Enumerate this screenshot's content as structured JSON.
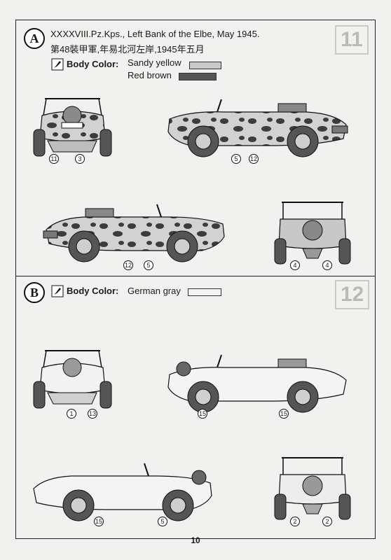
{
  "page_number": "10",
  "background_step_numbers": [
    "11",
    "12"
  ],
  "scheme_a": {
    "letter": "A",
    "title_en": "XXXXVIII.Pz.Kps., Left Bank of the Elbe, May 1945.",
    "title_cn": "第48裝甲軍,年易北河左岸,1945年五月",
    "body_color_label": "Body Color:",
    "colors": [
      {
        "name": "Sandy yellow",
        "hex": "#c9c9c9"
      },
      {
        "name": "Red brown",
        "hex": "#555555"
      }
    ],
    "callouts": {
      "front": [
        "11",
        "3"
      ],
      "side_right": [
        "5",
        "12"
      ],
      "side_left": [
        "12",
        "5"
      ],
      "rear": [
        "4",
        "4"
      ]
    }
  },
  "scheme_b": {
    "letter": "B",
    "body_color_label": "Body Color:",
    "colors": [
      {
        "name": "German gray",
        "hex": "#f4f4f4"
      }
    ],
    "callouts": {
      "front": [
        "1",
        "13"
      ],
      "side_right": [
        "15",
        "15"
      ],
      "side_left": [
        "15",
        "5"
      ],
      "rear": [
        "2",
        "2"
      ]
    }
  }
}
